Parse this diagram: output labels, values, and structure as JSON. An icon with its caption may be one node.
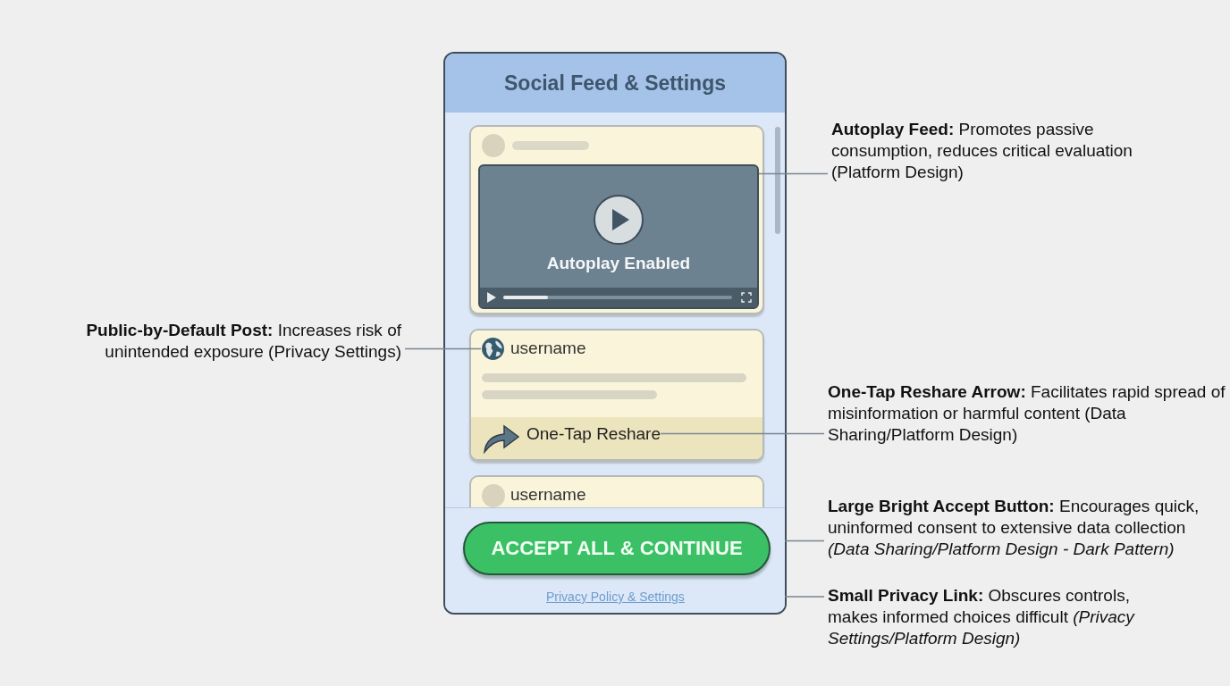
{
  "diagram": {
    "nodes": [
      {
        "text": [
          "Social Feed & Settings"
        ]
      },
      {
        "text": [],
        "shape": "box",
        "in": 0
      },
      {
        "text": [
          "Autoplay Enabled"
        ],
        "in": 1
      },
      {
        "text": [
          "username"
        ],
        "in": 0
      },
      {
        "text": [
          "One-Tap Reshare"
        ],
        "in": 3
      },
      {
        "text": [],
        "shape": "picture",
        "in": 3
      },
      {
        "text": [
          "username"
        ],
        "in": 0
      },
      {
        "text": [
          "ACCEPT ALL & CONTINUE"
        ],
        "in": 0
      },
      {
        "text": [
          "Privacy Policy & Settings"
        ],
        "in": 0
      },
      {
        "text": [
          "**Autoplay Feed:** Promotes passive consumption, reduces critical evaluation (Platform Design)"
        ]
      },
      {
        "text": [
          "**Public-by-Default Post:** Increases risk of unintended exposure (Privacy Settings)"
        ]
      },
      {
        "text": [
          "**One-Tap Reshare Arrow:** Facilitates rapid spread of misinformation or harmful content (Data Sharing/Platform Design)"
        ]
      },
      {
        "text": [
          "**Large Bright Accept Button:** Encourages quick, uninformed consent to extensive data collection *(Data Sharing/Platform Design - Dark Pattern)*"
        ]
      },
      {
        "text": [
          "**Small Privacy Link:** Obscures controls, makes informed choices difficult *(Privacy Settings/Platform Design)*"
        ]
      }
    ],
    "edges": [
      {
        "from": 9,
        "to": 2,
        "arrow": "none"
      },
      {
        "from": 10,
        "to": 5,
        "arrow": "none"
      },
      {
        "from": 11,
        "to": 4,
        "arrow": "none"
      },
      {
        "from": 12,
        "to": 7,
        "arrow": "none"
      },
      {
        "from": 13,
        "to": 8,
        "arrow": "none"
      }
    ]
  }
}
